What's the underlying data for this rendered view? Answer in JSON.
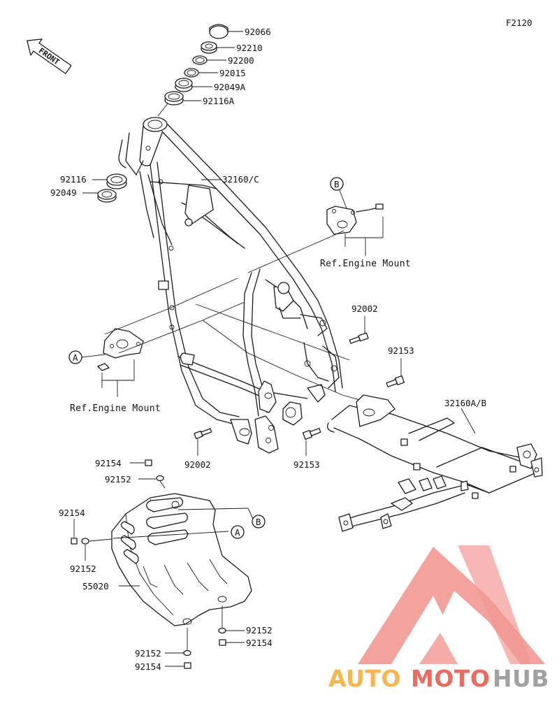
{
  "figure_code": "F2120",
  "front_label": "FRONT",
  "parts": {
    "p92066": "92066",
    "p92210": "92210",
    "p92200": "92200",
    "p92015": "92015",
    "p92049A": "92049A",
    "p92116A": "92116A",
    "p32160C": "32160/C",
    "p92116": "92116",
    "p92049": "92049",
    "p92002_right": "92002",
    "p92153_right": "92153",
    "p32160AB": "32160A/B",
    "p92002_bottom": "92002",
    "p92153_bottom": "92153",
    "p92154_a": "92154",
    "p92152_a": "92152",
    "p92154_b": "92154",
    "p92152_b": "92152",
    "p55020": "55020",
    "p92152_c": "92152",
    "p92154_c": "92154",
    "p92152_d": "92152",
    "p92154_d": "92154"
  },
  "callouts": {
    "a_top": "B",
    "a_left": "A",
    "guard_b": "B",
    "guard_a": "A"
  },
  "references": {
    "engine_mount_upper": "Ref.Engine Mount",
    "engine_mount_lower": "Ref.Engine Mount"
  },
  "watermark": {
    "auto": "AUTO",
    "moto": "MOTO",
    "hub": "HUB",
    "color_red": "#e8453c",
    "color_orange": "#f5a623",
    "color_gray": "#8a8a8a"
  }
}
